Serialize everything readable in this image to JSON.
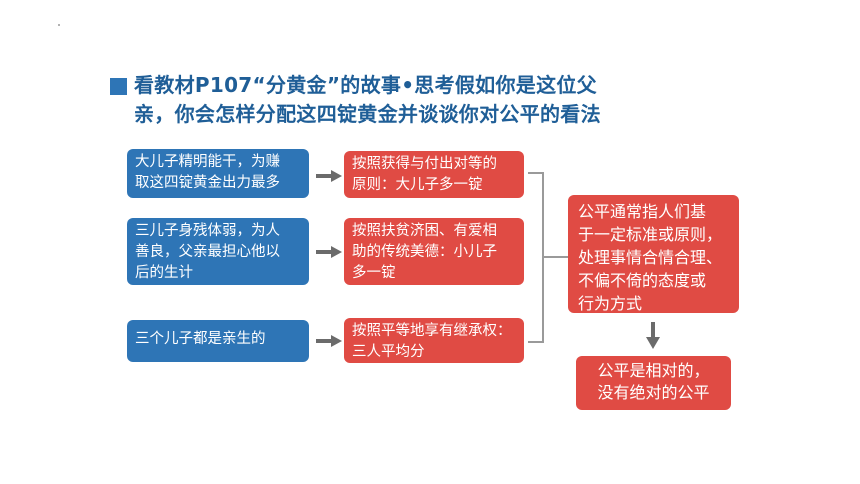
{
  "heading": {
    "line1": "看教材P107“分黄金”的故事•思考假如你是这位父",
    "line2": "亲，你会怎样分配这四锭黄金并谈谈你对公平的看法"
  },
  "rows": [
    {
      "reason_lines": [
        "大儿子精明能干，为赚",
        "取这四锭黄金出力最多"
      ],
      "principle_lines": [
        "按照获得与付出对等的",
        "原则：大儿子多一锭"
      ]
    },
    {
      "reason_lines": [
        "三儿子身残体弱，为人",
        "善良，父亲最担心他以",
        "后的生计"
      ],
      "principle_lines": [
        "按照扶贫济困、有爱相",
        "助的传统美德：小儿子",
        "多一锭"
      ]
    },
    {
      "reason_lines": [
        "三个儿子都是亲生的"
      ],
      "principle_lines": [
        "按照平等地享有继承权：",
        "三人平均分"
      ]
    }
  ],
  "summary": {
    "lines": [
      "公平通常指人们基",
      "于一定标准或原则，",
      "处理事情合情合理、",
      "不偏不倚的态度或",
      "行为方式"
    ]
  },
  "conclusion": {
    "lines": [
      "公平是相对的，",
      "没有绝对的公平"
    ]
  },
  "colors": {
    "blue": "#2e75b6",
    "red": "#e04b44",
    "heading": "#1f5e97",
    "arrow": "#6b6b6b",
    "bracket": "#9a9a9a"
  }
}
